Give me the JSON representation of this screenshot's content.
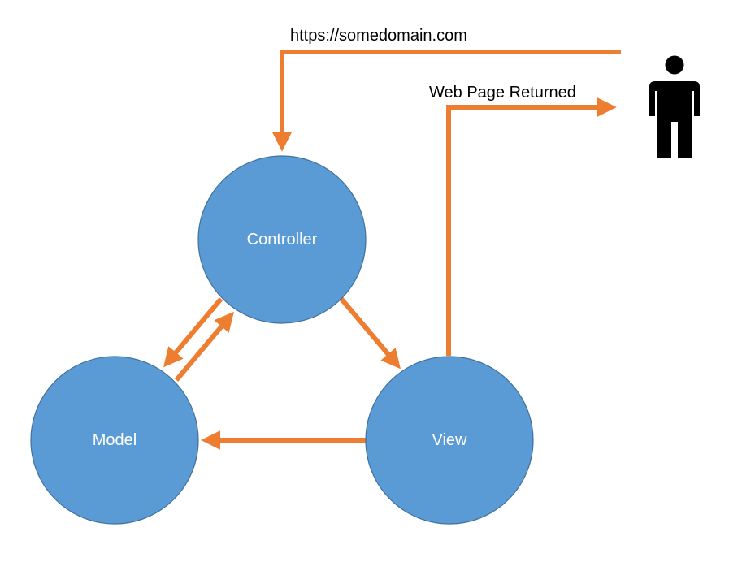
{
  "colors": {
    "node_fill": "#5b9bd5",
    "node_stroke": "#41719c",
    "arrow": "#ed7d31",
    "user": "#000000"
  },
  "icons": {
    "user": "person-icon"
  },
  "nodes": {
    "controller": {
      "label": "Controller"
    },
    "model": {
      "label": "Model"
    },
    "view": {
      "label": "View"
    }
  },
  "edges": {
    "request": {
      "label": "https://somedomain.com",
      "from": "user",
      "to": "controller"
    },
    "response": {
      "label": "Web Page Returned",
      "from": "view",
      "to": "user"
    },
    "controller_to_model": {
      "from": "controller",
      "to": "model"
    },
    "model_to_controller": {
      "from": "model",
      "to": "controller"
    },
    "controller_to_view": {
      "from": "controller",
      "to": "view"
    },
    "view_to_model": {
      "from": "view",
      "to": "model"
    }
  }
}
